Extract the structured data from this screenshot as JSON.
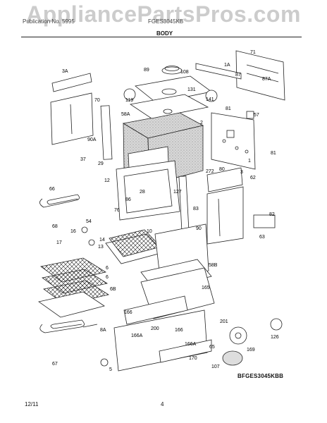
{
  "watermark": "AppliancePartsPros.com",
  "header": {
    "left_text": "Publication No. 5995",
    "center_text": "FGES3045KB",
    "section_title": "BODY"
  },
  "diagram": {
    "model_code": "BFGES3045KBB",
    "callouts": [
      "3A",
      "89",
      "108",
      "1A",
      "71",
      "87",
      "87A",
      "70",
      "119",
      "131",
      "141",
      "2",
      "58A",
      "57",
      "81",
      "90A",
      "1",
      "81",
      "37",
      "29",
      "272",
      "80",
      "3",
      "12",
      "127",
      "62",
      "76",
      "86",
      "83",
      "66",
      "28",
      "68",
      "54",
      "16",
      "17",
      "14",
      "13",
      "10",
      "90",
      "58B",
      "6",
      "6",
      "6B",
      "82",
      "63",
      "165",
      "166",
      "200",
      "201",
      "166A",
      "166",
      "65",
      "166A",
      "170",
      "8A",
      "67",
      "5",
      "107",
      "126",
      "169"
    ],
    "colors": {
      "line": "#222222",
      "fill_dot": "#8a8a8a",
      "background": "#ffffff"
    }
  },
  "footer": {
    "date": "12/11",
    "page": "4"
  }
}
